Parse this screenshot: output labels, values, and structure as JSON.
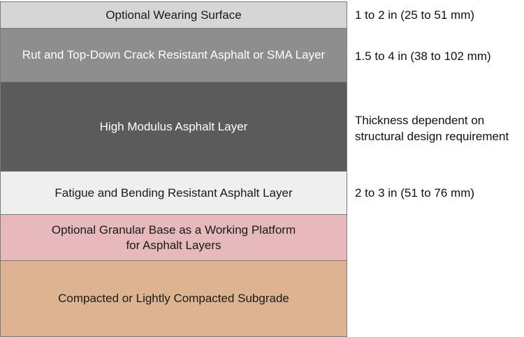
{
  "layers": [
    {
      "label": "Optional Wearing Surface",
      "thickness": "1 to 2 in (25 to 51 mm)"
    },
    {
      "label": "Rut and Top-Down Crack Resistant Asphalt or SMA Layer",
      "thickness": "1.5 to 4 in (38 to 102 mm)"
    },
    {
      "label": "High Modulus Asphalt Layer",
      "thickness": "Thickness dependent on\nstructural design requirement"
    },
    {
      "label": "Fatigue and Bending Resistant Asphalt Layer",
      "thickness": "2 to 3 in (51 to 76 mm)"
    },
    {
      "label": "Optional Granular Base as a Working Platform\nfor Asphalt Layers"
    },
    {
      "label": "Compacted or Lightly Compacted Subgrade"
    }
  ],
  "colors": {
    "wearing_surface": "#d6d6d6",
    "rut_resistant_layer": "#8e8e8e",
    "high_modulus_layer": "#5b5b5b",
    "fatigue_resistant_layer": "#efefef",
    "granular_base": "#e6b9bd",
    "subgrade": "#ddb48f"
  }
}
